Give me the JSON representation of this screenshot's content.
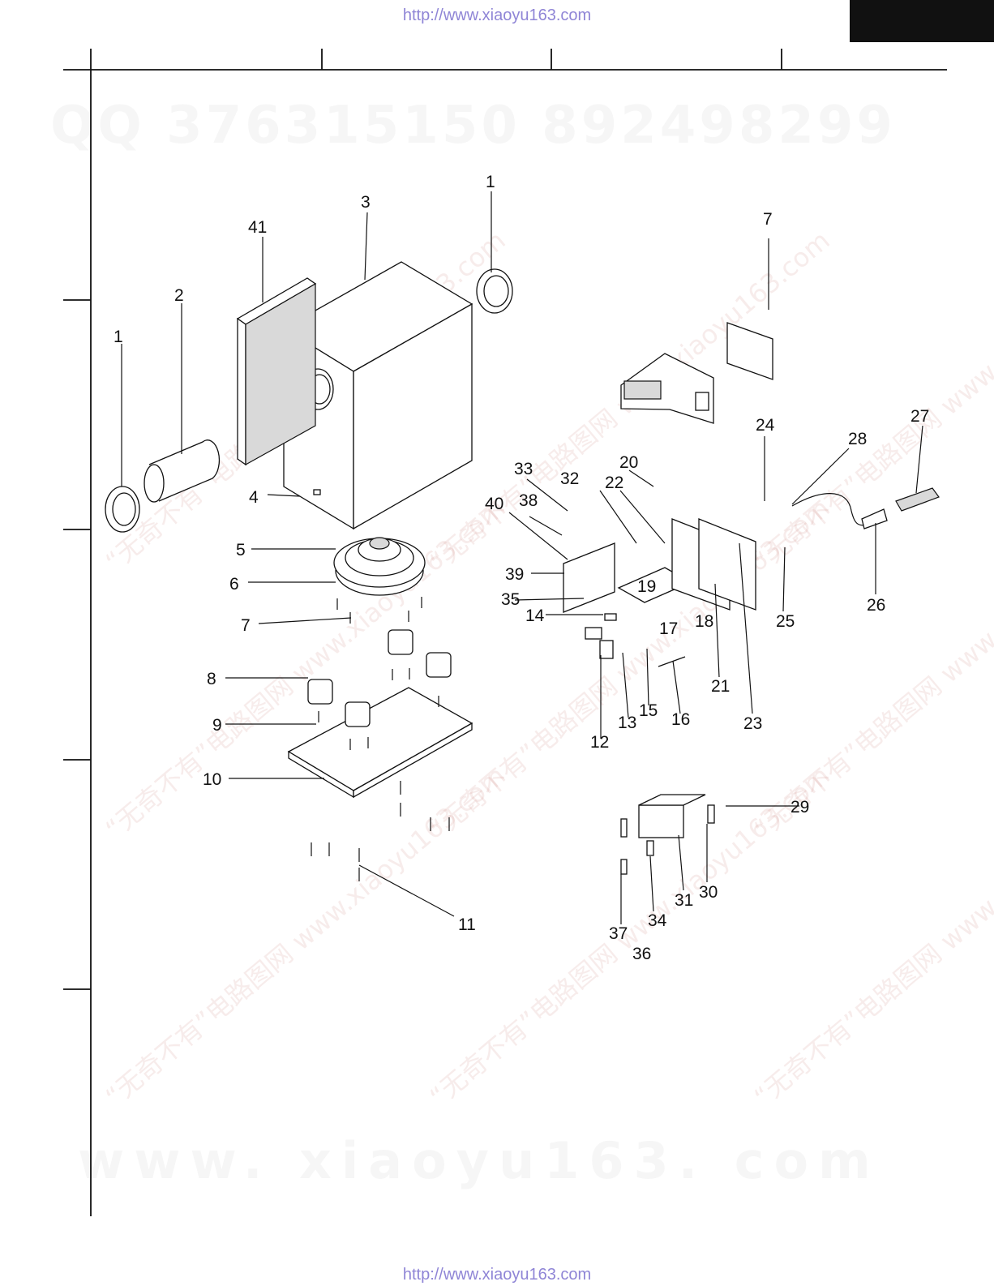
{
  "header": {
    "url_top": "http://www.xiaoyu163.com",
    "url_bottom": "http://www.xiaoyu163.com"
  },
  "watermarks": {
    "qq": "QQ 376315150    892498299",
    "bottom": "www. xiaoyu163. com",
    "stamp": "“无奇不有”电路图网 www.xiaoyu163.com"
  },
  "parts": {
    "p1a": "1",
    "p1b": "1",
    "p2": "2",
    "p3": "3",
    "p4": "4",
    "p5": "5",
    "p6": "6",
    "p7a": "7",
    "p7b": "7",
    "p8": "8",
    "p9": "9",
    "p10": "10",
    "p11": "11",
    "p12": "12",
    "p13": "13",
    "p14": "14",
    "p15": "15",
    "p16": "16",
    "p17": "17",
    "p18": "18",
    "p19": "19",
    "p20": "20",
    "p21": "21",
    "p22": "22",
    "p23": "23",
    "p24": "24",
    "p25": "25",
    "p26": "26",
    "p27": "27",
    "p28": "28",
    "p29": "29",
    "p30": "30",
    "p31": "31",
    "p32": "32",
    "p33": "33",
    "p34": "34",
    "p35": "35",
    "p36": "36",
    "p37": "37",
    "p38": "38",
    "p39": "39",
    "p40": "40",
    "p41": "41"
  }
}
